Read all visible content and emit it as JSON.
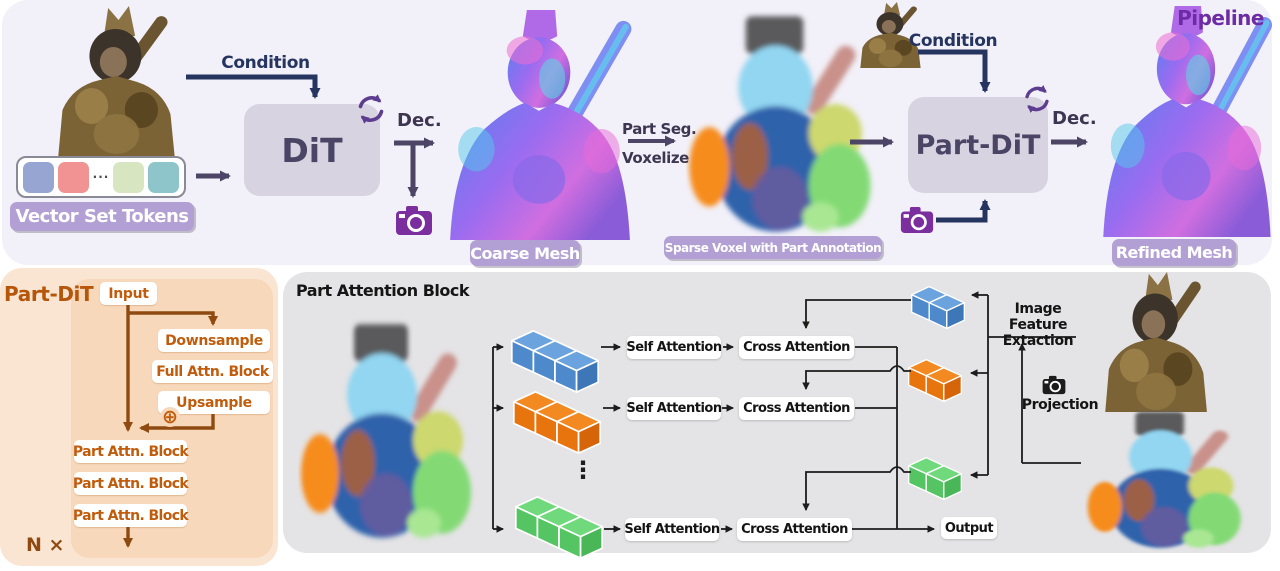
{
  "pipeline": {
    "title": "Pipeline",
    "condition1": "Condition",
    "condition2": "Condition",
    "dec1": "Dec.",
    "dec2": "Dec.",
    "dit": "DiT",
    "part_dit": "Part-DiT",
    "tokens_label": "Vector Set Tokens",
    "tokens_dots": "···",
    "coarse_mesh": "Coarse Mesh",
    "part_seg": "Part Seg.",
    "voxelize": "Voxelize",
    "sparse_voxel": "Sparse Voxel with Part Annotation",
    "refined_mesh": "Refined Mesh"
  },
  "part_dit_block": {
    "title": "Part-DiT",
    "input": "Input",
    "downsample": "Downsample",
    "full_attn": "Full Attn. Block",
    "upsample": "Upsample",
    "plus": "⊕",
    "part_attn": [
      "Part Attn. Block",
      "Part Attn. Block",
      "Part Attn. Block"
    ],
    "repeat": "N ×"
  },
  "part_attention_block": {
    "title": "Part Attention Block",
    "self_attention": [
      "Self Attention",
      "Self Attention",
      "Self Attention"
    ],
    "cross_attention": [
      "Cross Attention",
      "Cross Attention",
      "Cross Attention"
    ],
    "dots": "⋮",
    "output": "Output",
    "image_feature_1": "Image Feature",
    "image_feature_2": "Extaction",
    "projection": "Projection"
  },
  "colors": {
    "panel_top_bg": "#f2f0f8",
    "panel_gray_bg": "#e4e3e5",
    "orange_outer": "#fae5d2",
    "orange_inner": "#f8d8ba",
    "block_fill": "#d7d3e0",
    "block_text": "#4a4465",
    "badge_bg": "#b2a0d4",
    "badge_text": "#ffffff",
    "navy": "#25355f",
    "slate": "#4c4565",
    "dark_label": "#3d3650",
    "purple_title": "#6d2ca5",
    "purple_icon": "#7b2f9e",
    "cycle_purple": "#5c3d8f",
    "brown": "#8e4a10",
    "orange_text": "#c05c0c",
    "black": "#1c1c1c",
    "token": {
      "blue": "#97a5d2",
      "red": "#f19392",
      "green": "#d7e5c0",
      "teal": "#8ec5ca"
    },
    "cube_blue": {
      "top": "#6ba3de",
      "left": "#4e89cb",
      "right": "#3e77b8"
    },
    "cube_orange": {
      "top": "#f28921",
      "left": "#e8740e",
      "right": "#d6650a"
    },
    "cube_green": {
      "top": "#70d97c",
      "left": "#55c563",
      "right": "#49b757"
    }
  }
}
